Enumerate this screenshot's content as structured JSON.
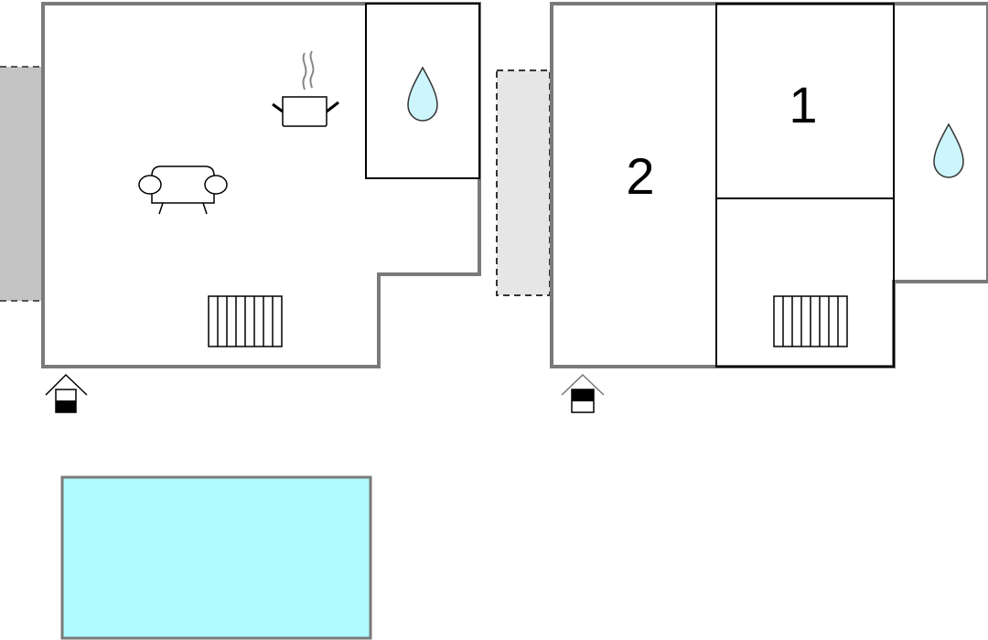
{
  "floorplan": {
    "rooms": [
      {
        "label": "2"
      },
      {
        "label": "1"
      }
    ],
    "icons": {
      "sofa": "sofa-icon",
      "kitchen": "cooking-pot-icon",
      "bathroom": "water-drop-icon",
      "stairs": "stairs-icon",
      "entrance": "entrance-house-icon",
      "pool": "swimming-pool"
    },
    "colors": {
      "wall": "#7a7a7a",
      "inner_wall": "#000000",
      "terrace_dark": "#c4c4c4",
      "terrace_light": "#e6e6e6",
      "water": "#ccf6fb",
      "pool": "#aefcff"
    }
  }
}
